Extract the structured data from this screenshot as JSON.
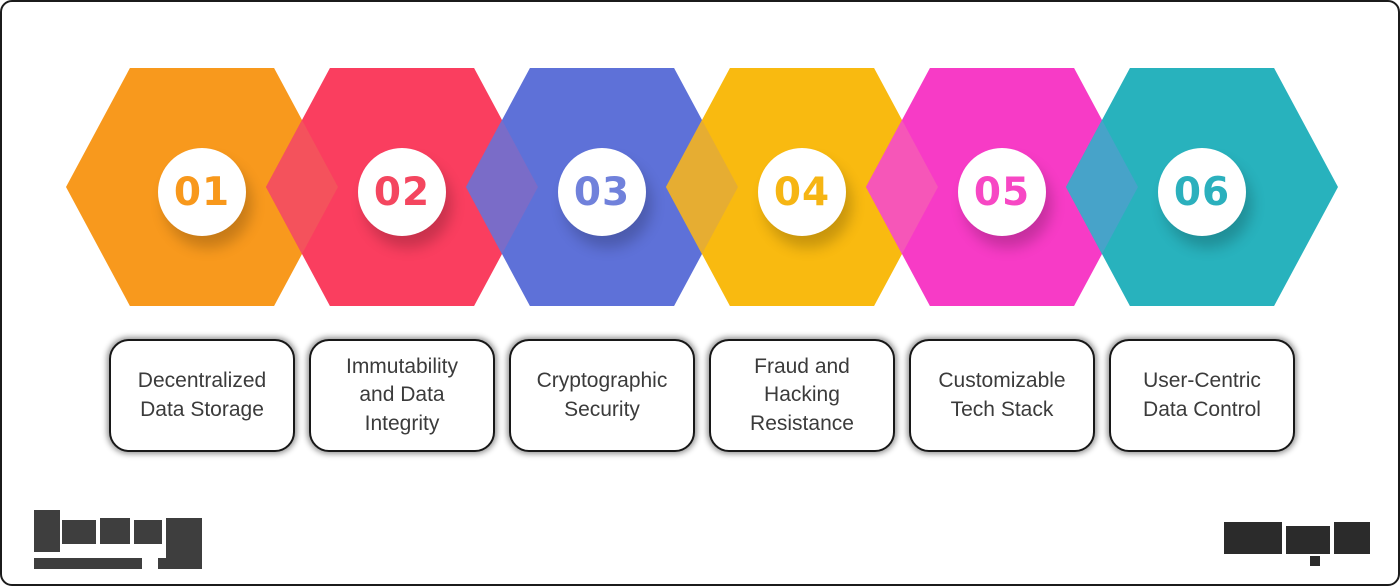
{
  "steps": [
    {
      "number": "01",
      "label": "Decentralized\nData Storage",
      "color": "#F8991D",
      "number_color": "#F8981B",
      "overlap_color": null
    },
    {
      "number": "02",
      "label": "Immutability\nand Data\nIntegrity",
      "color": "#FA3E5F",
      "number_color": "#F4465F",
      "overlap_color": "#F4525C"
    },
    {
      "number": "03",
      "label": "Cryptographic\nSecurity",
      "color": "#5E71D8",
      "number_color": "#7081DB",
      "overlap_color": "#7A6CC8"
    },
    {
      "number": "04",
      "label": "Fraud and\nHacking\nResistance",
      "color": "#F9BA10",
      "number_color": "#F6B513",
      "overlap_color": "#E6AD32"
    },
    {
      "number": "05",
      "label": "Customizable\nTech Stack",
      "color": "#F73BC6",
      "number_color": "#F747C4",
      "overlap_color": "#F656B8"
    },
    {
      "number": "06",
      "label": "User-Centric\nData Control",
      "color": "#28B2BD",
      "number_color": "#2BB0BD",
      "overlap_color": "#47A3C9"
    }
  ],
  "footer": {
    "left_watermark_icon": "pixelated-logo",
    "right_watermark_icon": "pixelated-text"
  },
  "colors": {
    "background": "#FFFFFF",
    "card_background": "#FFFFFF",
    "card_border": "#181818",
    "card_text": "#3B3B3B",
    "frame": "#1B1B1B",
    "watermark_left": "#3E3E3E",
    "watermark_right": "#2B2B2B"
  }
}
